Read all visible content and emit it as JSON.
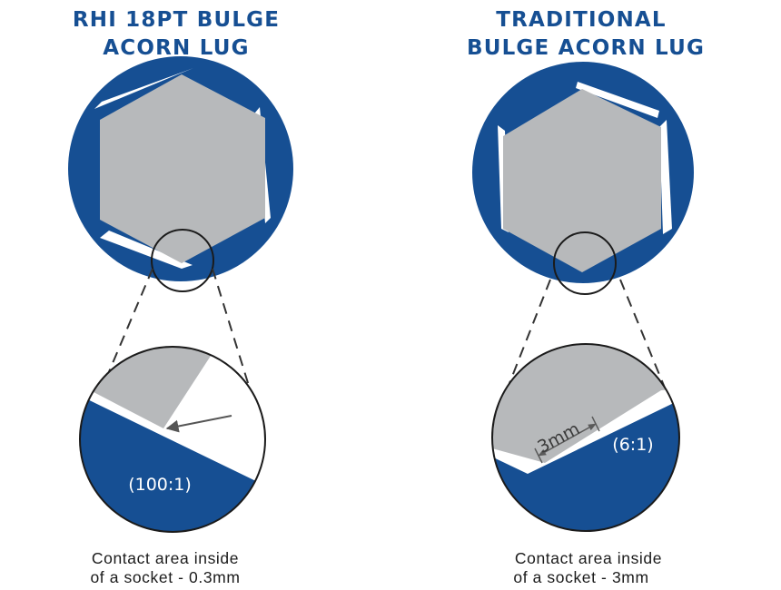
{
  "colors": {
    "blue": "#164f93",
    "gray": "#b7b9bb",
    "white": "#ffffff",
    "outline": "#1b1b1b",
    "caption": "#1b1b1b"
  },
  "panels": [
    {
      "id": "rhi",
      "title_line1": "RHI 18PT BULGE",
      "title_line2": "ACORN LUG",
      "ratio_label": "(100:1)",
      "caption_line1": "Contact area inside",
      "caption_line2": "of a socket - 0.3mm"
    },
    {
      "id": "traditional",
      "title_line1": "TRADITIONAL",
      "title_line2": "BULGE ACORN LUG",
      "ratio_label": "(6:1)",
      "dimension_label": "3mm",
      "caption_line1": "Contact area inside",
      "caption_line2": "of a socket - 3mm"
    }
  ]
}
